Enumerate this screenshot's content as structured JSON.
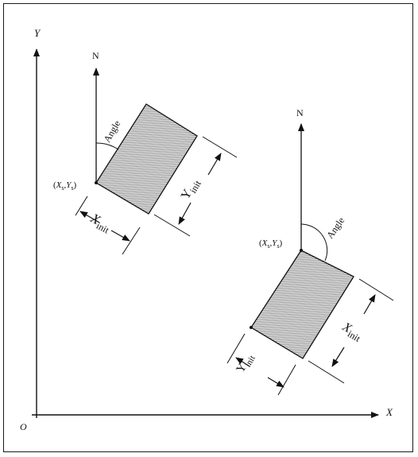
{
  "axes": {
    "origin_label": "O",
    "x_axis_label": "X",
    "y_axis_label": "Y"
  },
  "block_1": {
    "north_label": "N",
    "angle_label": "Angle",
    "corner_label": {
      "x_sym": "X",
      "x_sub": "s",
      "y_sym": "Y",
      "y_sub": "s"
    },
    "width_label": {
      "sym": "X",
      "sub": "init"
    },
    "height_label": {
      "sym": "Y",
      "sub": "init"
    }
  },
  "block_2": {
    "north_label": "N",
    "angle_label": "Angle",
    "corner_label": {
      "x_sym": "X",
      "x_sub": "s",
      "y_sym": "Y",
      "y_sub": "s"
    },
    "width_label": {
      "sym": "X",
      "sub": "init"
    },
    "height_label": {
      "sym": "Y",
      "sub": "init"
    }
  },
  "colors": {
    "line": "#111111",
    "hatch": "#8a8a8a"
  }
}
